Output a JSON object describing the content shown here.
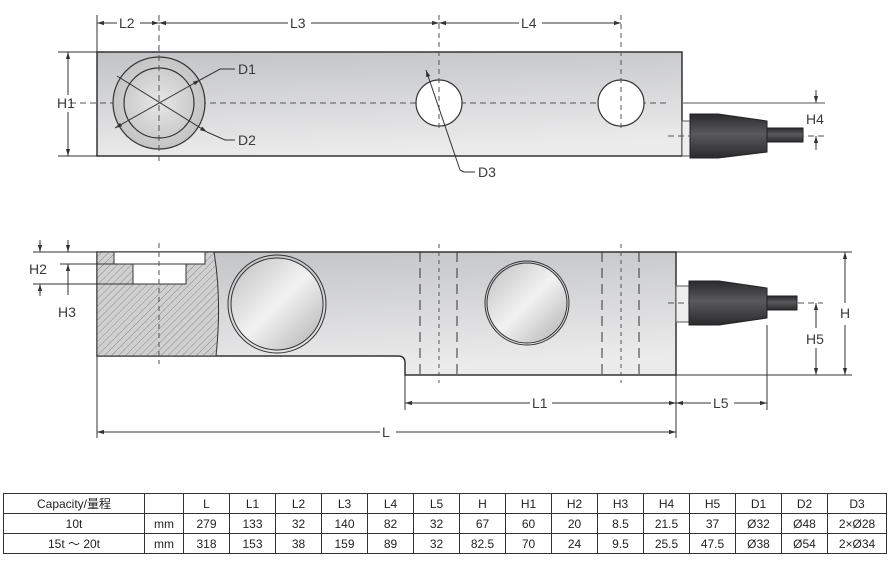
{
  "drawing": {
    "labels": {
      "L": "L",
      "L1": "L1",
      "L2": "L2",
      "L3": "L3",
      "L4": "L4",
      "L5": "L5",
      "H": "H",
      "H1": "H1",
      "H2": "H2",
      "H3": "H3",
      "H4": "H4",
      "H5": "H5",
      "D1": "D1",
      "D2": "D2",
      "D3": "D3"
    },
    "colors": {
      "body": "#c8c9cb",
      "cable": "#3a3a3c",
      "line": "#333333",
      "hatch": "#9a9a9a"
    }
  },
  "table": {
    "header": [
      "Capacity/量程",
      "",
      "L",
      "L1",
      "L2",
      "L3",
      "L4",
      "L5",
      "H",
      "H1",
      "H2",
      "H3",
      "H4",
      "H5",
      "D1",
      "D2",
      "D3"
    ],
    "rows": [
      [
        "10t",
        "mm",
        "279",
        "133",
        "32",
        "140",
        "82",
        "32",
        "67",
        "60",
        "20",
        "8.5",
        "21.5",
        "37",
        "Ø32",
        "Ø48",
        "2×Ø28"
      ],
      [
        "15t ～ 20t",
        "mm",
        "318",
        "153",
        "38",
        "159",
        "89",
        "32",
        "82.5",
        "70",
        "24",
        "9.5",
        "25.5",
        "47.5",
        "Ø38",
        "Ø54",
        "2×Ø34"
      ]
    ]
  }
}
